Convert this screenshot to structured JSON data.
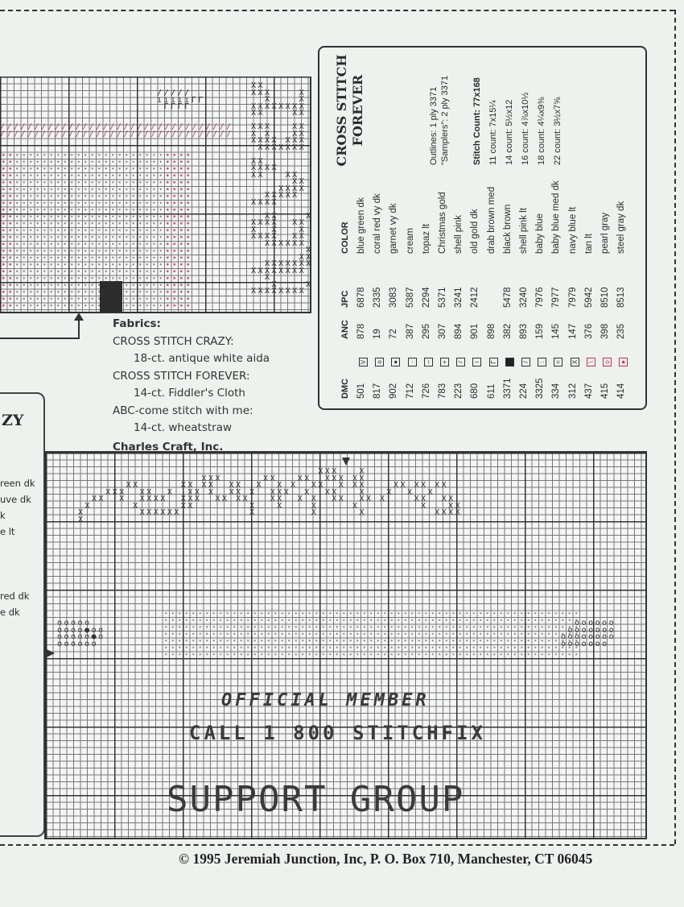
{
  "legend": {
    "title_line1": "CROSS STITCH",
    "title_line2": "FOREVER",
    "headers": {
      "dmc": "DMC",
      "anc": "ANC",
      "jpc": "JPC",
      "color": "COLOR"
    },
    "rows": [
      {
        "dmc": "501",
        "sym": "V",
        "anc": "878",
        "jpc": "6878",
        "color": "blue green dk",
        "sym_color": "#333333"
      },
      {
        "dmc": "817",
        "sym": "o",
        "anc": "19",
        "jpc": "2335",
        "color": "coral red vy dk",
        "sym_color": "#333333"
      },
      {
        "dmc": "902",
        "sym": "●",
        "anc": "72",
        "jpc": "3083",
        "color": "garnet vy dk",
        "sym_color": "#333333"
      },
      {
        "dmc": "712",
        "sym": "·",
        "anc": "387",
        "jpc": "5387",
        "color": "cream",
        "sym_color": "#333333"
      },
      {
        "dmc": "726",
        "sym": "–",
        "anc": "295",
        "jpc": "2294",
        "color": "topaz lt",
        "sym_color": "#333333"
      },
      {
        "dmc": "783",
        "sym": "+",
        "anc": "307",
        "jpc": "5371",
        "color": "Christmas gold",
        "sym_color": "#333333"
      },
      {
        "dmc": "223",
        "sym": "/",
        "anc": "894",
        "jpc": "3241",
        "color": "shell pink",
        "sym_color": "#333333"
      },
      {
        "dmc": "680",
        "sym": "ı",
        "anc": "901",
        "jpc": "2412",
        "color": "old gold dk",
        "sym_color": "#333333"
      },
      {
        "dmc": "611",
        "sym": "Γ",
        "anc": "898",
        "jpc": "",
        "color": "drab brown med",
        "sym_color": "#333333"
      },
      {
        "dmc": "3371",
        "sym": "■",
        "anc": "382",
        "jpc": "5478",
        "color": "black brown",
        "sym_color": "#222222"
      },
      {
        "dmc": "224",
        "sym": "/",
        "anc": "893",
        "jpc": "3240",
        "color": "shell pink lt",
        "sym_color": "#333333"
      },
      {
        "dmc": "3325",
        "sym": ":",
        "anc": "159",
        "jpc": "7976",
        "color": "baby blue",
        "sym_color": "#333333"
      },
      {
        "dmc": "334",
        "sym": "=",
        "anc": "145",
        "jpc": "7977",
        "color": "baby blue med dk",
        "sym_color": "#333333"
      },
      {
        "dmc": "312",
        "sym": "X",
        "anc": "147",
        "jpc": "7979",
        "color": "navy blue lt",
        "sym_color": "#333333"
      },
      {
        "dmc": "437",
        "sym": "\\",
        "anc": "376",
        "jpc": "5942",
        "color": "tan lt",
        "sym_color": "#c03060"
      },
      {
        "dmc": "415",
        "sym": "o",
        "anc": "398",
        "jpc": "8510",
        "color": "pearl gray",
        "sym_color": "#c03060"
      },
      {
        "dmc": "414",
        "sym": "●",
        "anc": "235",
        "jpc": "8513",
        "color": "steel gray dk",
        "sym_color": "#c03060"
      }
    ],
    "outlines": "Outlines: 1 ply 3371",
    "samplers": "\"Samplers\": 2 ply 3371",
    "stitch_count": "Stitch Count: 77x168",
    "counts": [
      "11 count: 7x15¼",
      "14 count: 5½x12",
      "16 count: 4⅞x10½",
      "18 count: 4¼x9⅜",
      "22 count: 3½x7⅝"
    ]
  },
  "fabrics": {
    "heading": "Fabrics:",
    "lines": [
      "CROSS STITCH CRAZY:",
      "18-ct. antique white aida",
      "CROSS STITCH FOREVER:",
      "14-ct. Fiddler's Cloth",
      "ABC-come stitch with me:",
      "14-ct. wheatstraw"
    ],
    "supplier": "Charles Craft, Inc."
  },
  "left_box": {
    "title_fragment": "ZY",
    "items": [
      "reen dk",
      "uve dk",
      "k",
      "e lt",
      "red dk",
      "e dk"
    ]
  },
  "chart_lettering": {
    "line1": "OFFICIAL MEMBER",
    "line2": "CALL 1 800 STITCHFIX",
    "line3": "SUPPORT GROUP"
  },
  "footer": {
    "copyright": "© 1995  Jeremiah Junction, Inc, P. O.  Box 710, Manchester, CT  06045"
  }
}
